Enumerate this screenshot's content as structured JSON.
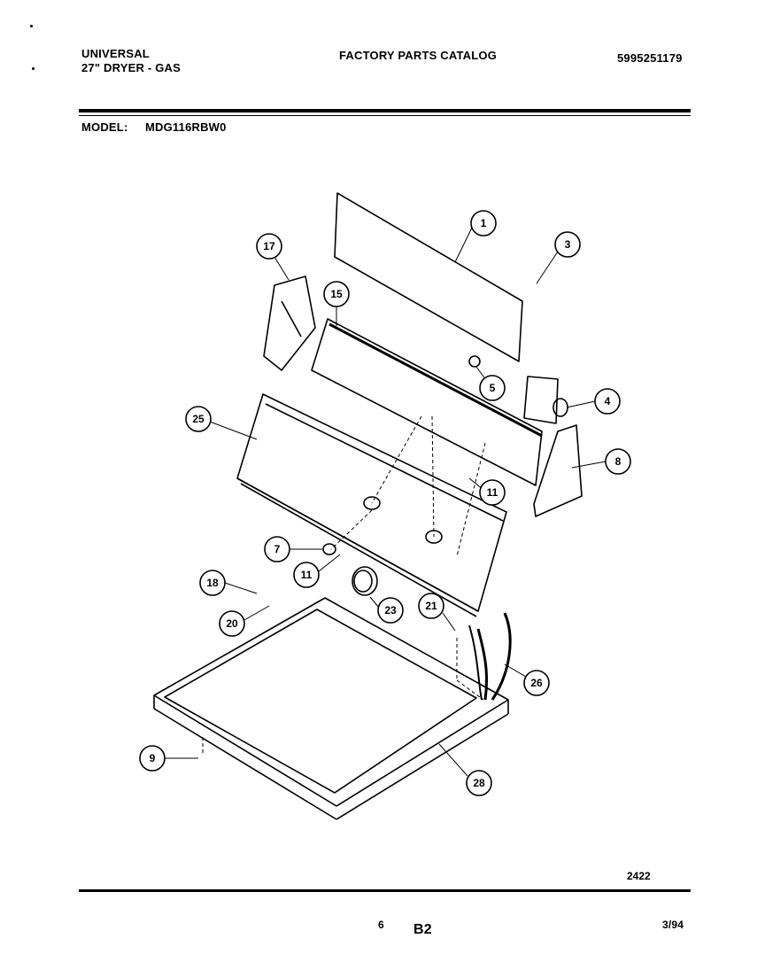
{
  "header": {
    "brand": "UNIVERSAL",
    "product": "27\" DRYER - GAS",
    "catalog_title": "FACTORY PARTS CATALOG",
    "catalog_number": "5995251179",
    "model_label": "MODEL:",
    "model_value": "MDG116RBW0"
  },
  "diagram": {
    "callouts": [
      "1",
      "3",
      "4",
      "5",
      "8",
      "9",
      "11",
      "11",
      "15",
      "17",
      "18",
      "20",
      "21",
      "23",
      "25",
      "26",
      "28",
      "7"
    ],
    "drawing_number": "2422"
  },
  "footer": {
    "page_number": "6",
    "section": "B2",
    "date": "3/94"
  }
}
